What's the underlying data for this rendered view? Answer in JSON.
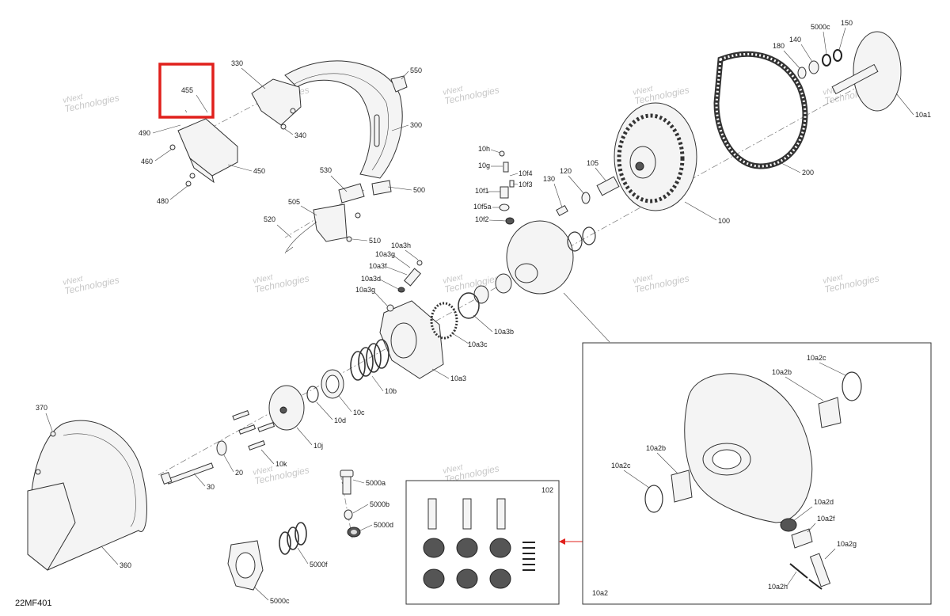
{
  "diagram_code": "22MF401",
  "watermark_text": [
    "vNext",
    "Technologies"
  ],
  "highlight_color": "#e0201c",
  "labels": {
    "l455": "455",
    "l490": "490",
    "l460": "460",
    "l480": "480",
    "l450": "450",
    "l330": "330",
    "l340": "340",
    "l300": "300",
    "l550": "550",
    "l530": "530",
    "l500": "500",
    "l505": "505",
    "l520": "520",
    "l510": "510",
    "l10h": "10h",
    "l10g": "10g",
    "l10f4": "10f4",
    "l10f3": "10f3",
    "l10f1": "10f1",
    "l10f5a": "10f5a",
    "l10f2": "10f2",
    "l130": "130",
    "l120": "120",
    "l105": "105",
    "l100": "100",
    "l200": "200",
    "l180": "180",
    "l140": "140",
    "l5000c_top": "5000c",
    "l150": "150",
    "l10a1": "10a1",
    "l10a3h": "10a3h",
    "l10a3g_1": "10a3g",
    "l10a3f": "10a3f",
    "l10a3d": "10a3d",
    "l10a3g_2": "10a3g",
    "l10a3b": "10a3b",
    "l10a3c": "10a3c",
    "l10a3": "10a3",
    "l10b": "10b",
    "l10c": "10c",
    "l10d": "10d",
    "l10j": "10j",
    "l10k": "10k",
    "l370": "370",
    "l360": "360",
    "l20": "20",
    "l30": "30",
    "l5000a": "5000a",
    "l5000b": "5000b",
    "l5000d": "5000d",
    "l5000f": "5000f",
    "l5000c_bottom": "5000c",
    "l102": "102",
    "l10a2c_1": "10a2c",
    "l10a2b_1": "10a2b",
    "l10a2b_2": "10a2b",
    "l10a2c_2": "10a2c",
    "l10a2d": "10a2d",
    "l10a2f": "10a2f",
    "l10a2g": "10a2g",
    "l10a2h": "10a2h",
    "l10a2": "10a2"
  }
}
